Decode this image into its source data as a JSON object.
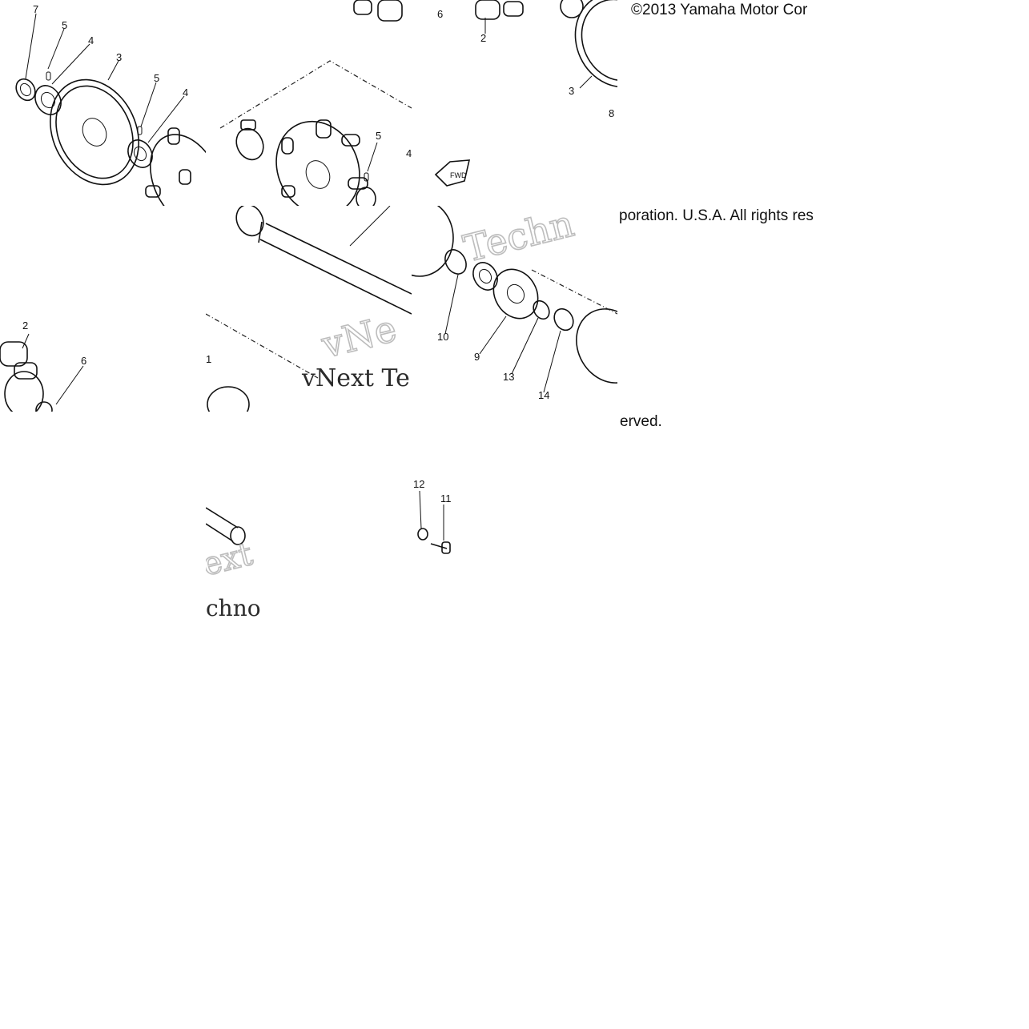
{
  "copyright": {
    "line1": "©2013 Yamaha Motor Cor",
    "line2": "poration. U.S.A. All rights res",
    "line3": "erved."
  },
  "watermark": {
    "fragment_a": "vNext Te",
    "fragment_b": "chno",
    "fragment_c": "Techn",
    "fragment_d": "vNe",
    "fragment_e": "ext"
  },
  "callouts": {
    "t1": [
      "7",
      "5",
      "4",
      "3",
      "5",
      "4"
    ],
    "t2": [
      "5",
      "4"
    ],
    "t3": [
      "6",
      "2",
      "3",
      "8"
    ],
    "t4": [
      "2",
      "6"
    ],
    "t5": [
      "1"
    ],
    "t6": [
      "10",
      "9",
      "13",
      "14"
    ],
    "t7": [
      "12",
      "11"
    ]
  },
  "icons": {
    "front_arrow": "front-arrow-icon"
  }
}
